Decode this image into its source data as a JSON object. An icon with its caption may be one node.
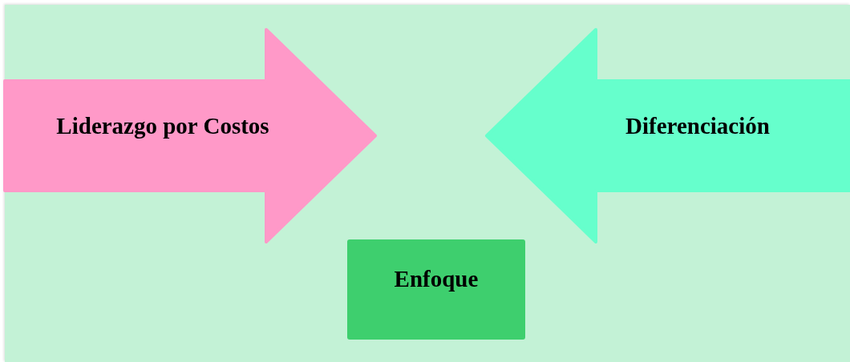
{
  "diagram": {
    "nodes": [
      {
        "text": [
          "Liderazgo por Costos"
        ]
      },
      {
        "text": [
          "Diferenciación"
        ]
      },
      {
        "text": [
          "Enfoque"
        ]
      }
    ]
  }
}
